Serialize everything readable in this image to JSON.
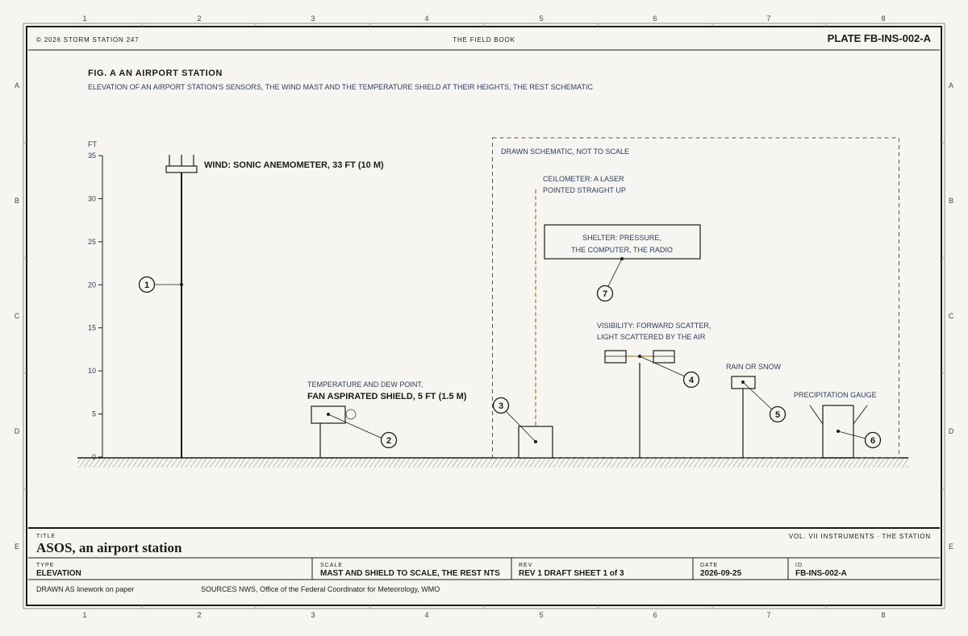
{
  "grid": {
    "columns": [
      "1",
      "2",
      "3",
      "4",
      "5",
      "6",
      "7",
      "8"
    ],
    "rows": [
      "A",
      "B",
      "C",
      "D",
      "E"
    ]
  },
  "header": {
    "copyright": "© 2026 STORM STATION 247",
    "book": "THE FIELD BOOK",
    "plate": "PLATE FB-INS-002-A"
  },
  "figure": {
    "title": "FIG. A AN AIRPORT STATION",
    "subtitle": "ELEVATION OF AN AIRPORT STATION'S SENSORS, THE WIND MAST AND THE TEMPERATURE SHIELD AT THEIR HEIGHTS, THE REST SCHEMATIC",
    "axis_unit": "FT",
    "axis_ticks": [
      0,
      5,
      10,
      15,
      20,
      25,
      30,
      35
    ],
    "schematic_note": "DRAWN SCHEMATIC, NOT TO SCALE"
  },
  "chart_data": {
    "type": "elevation diagram",
    "ylabel": "FT",
    "ylim": [
      0,
      35
    ],
    "items": [
      {
        "id": 1,
        "name": "WIND: SONIC ANEMOMETER, 33 FT (10 M)",
        "height_ft": 33
      },
      {
        "id": 2,
        "name": "TEMPERATURE AND DEW POINT, FAN ASPIRATED SHIELD, 5 FT (1.5 M)",
        "height_ft": 5
      },
      {
        "id": 3,
        "name": "CEILOMETER: A LASER POINTED STRAIGHT UP"
      },
      {
        "id": 4,
        "name": "VISIBILITY: FORWARD SCATTER, LIGHT SCATTERED BY THE AIR"
      },
      {
        "id": 5,
        "name": "RAIN OR SNOW"
      },
      {
        "id": 6,
        "name": "PRECIPITATION GAUGE"
      },
      {
        "id": 7,
        "name": "SHELTER: PRESSURE, THE COMPUTER, THE RADIO"
      }
    ]
  },
  "callouts": {
    "wind": "WIND: SONIC ANEMOMETER, 33 FT (10 M)",
    "temp_line1": "TEMPERATURE AND DEW POINT,",
    "temp_line2": "FAN ASPIRATED SHIELD, 5 FT (1.5 M)",
    "ceil_line1": "CEILOMETER: A LASER",
    "ceil_line2": "POINTED STRAIGHT UP",
    "shelter_line1": "SHELTER: PRESSURE,",
    "shelter_line2": "THE COMPUTER, THE RADIO",
    "vis_line1": "VISIBILITY: FORWARD SCATTER,",
    "vis_line2": "LIGHT SCATTERED BY THE AIR",
    "rain": "RAIN OR SNOW",
    "precip": "PRECIPITATION GAUGE"
  },
  "markers": [
    "1",
    "2",
    "3",
    "4",
    "5",
    "6",
    "7"
  ],
  "title_block": {
    "title_label": "TITLE",
    "title": "ASOS, an airport station",
    "volume": "VOL. VII INSTRUMENTS · THE STATION",
    "type_label": "TYPE",
    "type": "ELEVATION",
    "scale_label": "SCALE",
    "scale": "MAST AND SHIELD TO SCALE, THE REST NTS",
    "rev_label": "REV",
    "rev": "REV 1 DRAFT SHEET 1 of 3",
    "date_label": "DATE",
    "date": "2026-09-25",
    "id_label": "ID",
    "id": "FB-INS-002-A",
    "drawn": "DRAWN AS linework on paper",
    "sources": "SOURCES NWS, Office of the Federal Coordinator for Meteorology, WMO"
  },
  "colors": {
    "paper": "#f6f5f1",
    "ink": "#1b1b1b",
    "annotation_blue": "#2e3d5c",
    "laser": "#b58a3c"
  }
}
